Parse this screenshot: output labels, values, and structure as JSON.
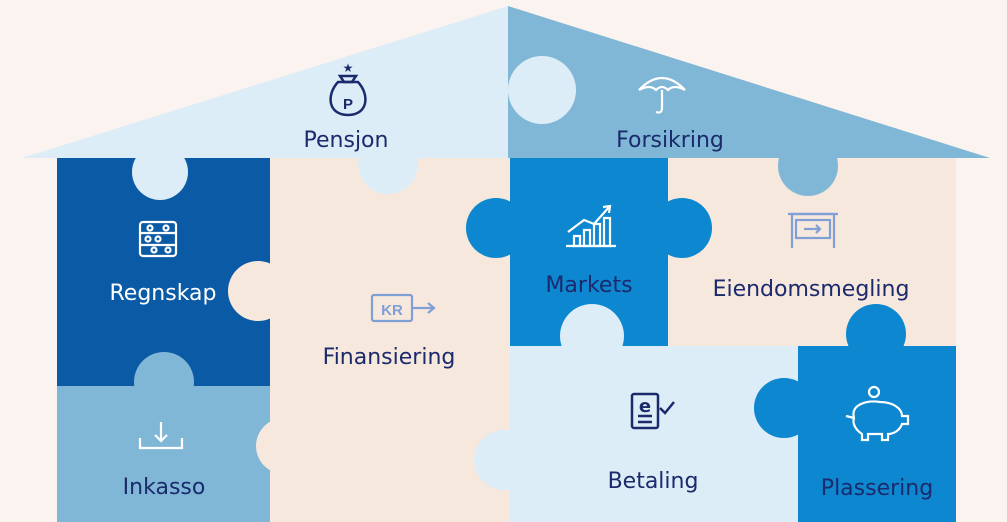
{
  "colors": {
    "background": "#fbf3ef",
    "light_blue": "#dcedf7",
    "mid_blue": "#80b7d6",
    "dark_blue": "#0b5aa5",
    "bright_blue": "#0d87cf",
    "beige": "#f6e8dd",
    "navy_text": "#1a2a6c",
    "white": "#ffffff",
    "icon_muted": "#7f9fd6"
  },
  "pieces": {
    "pensjon": {
      "label": "Pensjon",
      "icon": "money-bag-icon"
    },
    "forsikring": {
      "label": "Forsikring",
      "icon": "umbrella-icon"
    },
    "regnskap": {
      "label": "Regnskap",
      "icon": "abacus-icon"
    },
    "inkasso": {
      "label": "Inkasso",
      "icon": "download-tray-icon"
    },
    "finansiering": {
      "label": "Finansiering",
      "icon": "kr-transfer-icon",
      "icon_text": "KR"
    },
    "markets": {
      "label": "Markets",
      "icon": "growth-chart-icon"
    },
    "eiendomsmegling": {
      "label": "Eiendomsmegling",
      "icon": "real-estate-sign-icon"
    },
    "betaling": {
      "label": "Betaling",
      "icon": "e-invoice-icon",
      "icon_text": "e"
    },
    "plassering": {
      "label": "Plassering",
      "icon": "piggy-bank-icon"
    }
  }
}
